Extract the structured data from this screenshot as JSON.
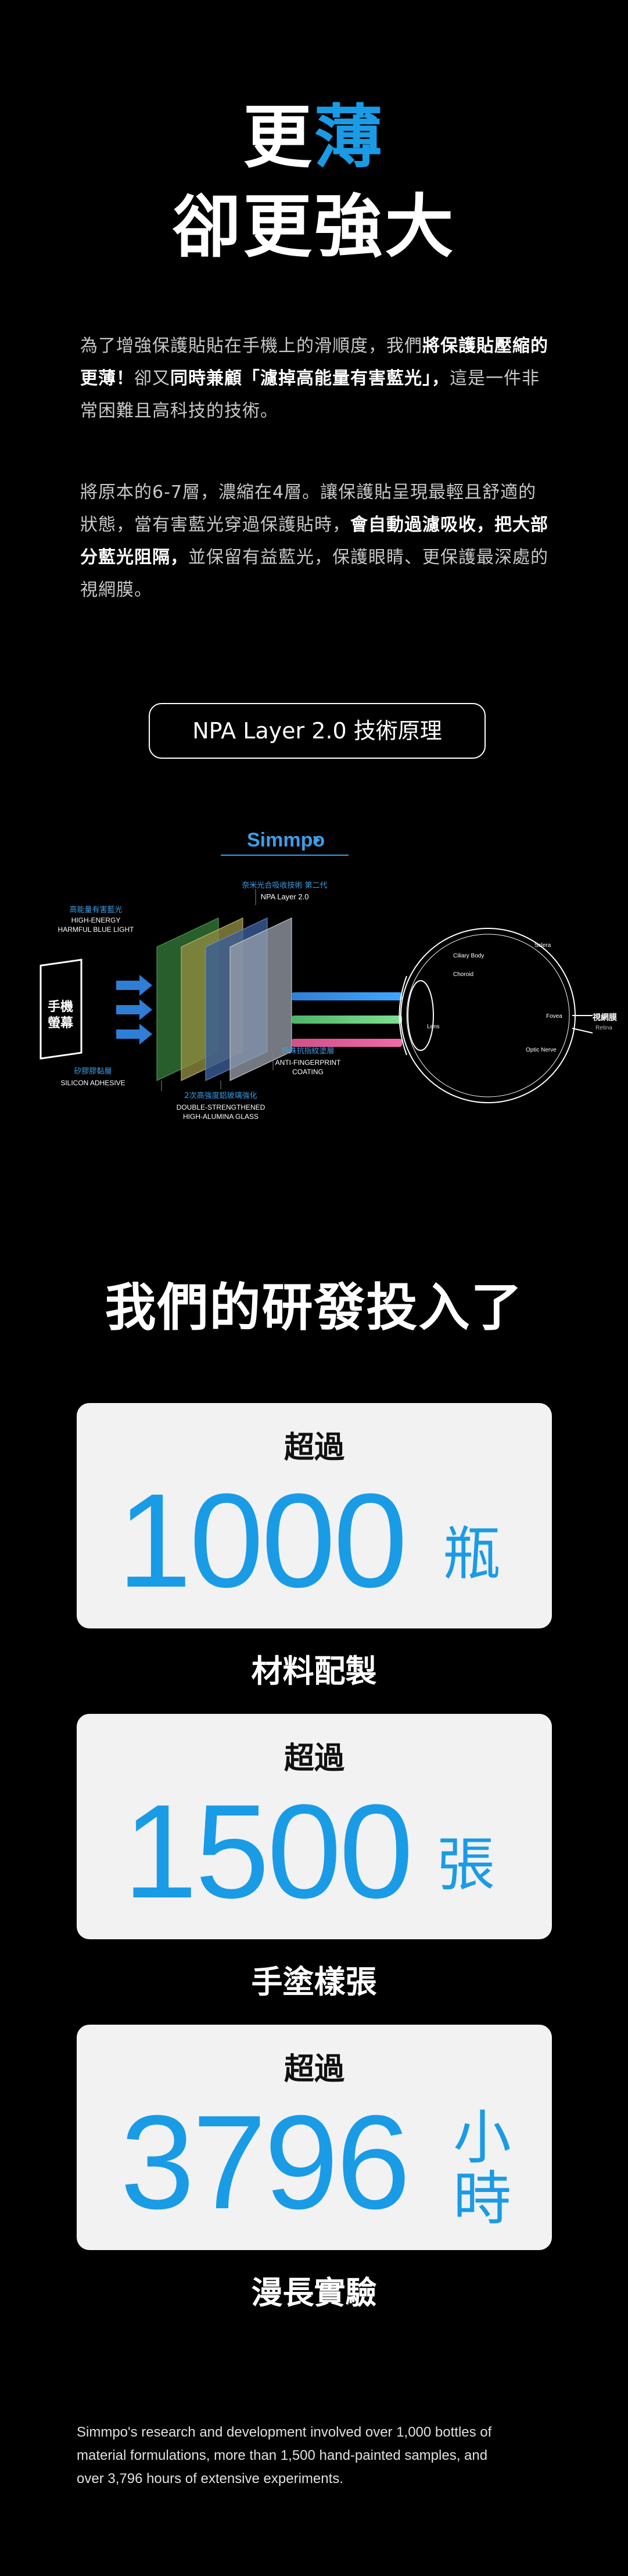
{
  "hero": {
    "line1_a": "更",
    "line1_b": "薄",
    "line2": "卻更強大"
  },
  "intro": {
    "p1_a": "為了增強保護貼貼在手機上的滑順度，我們",
    "p1_b": "將保護貼壓縮的更薄！",
    "p1_c": "卻又",
    "p1_d": "同時兼顧「濾掉高能量有害藍光」，",
    "p1_e": "這是一件非常困難且高科技的技術。",
    "p2_a": "將原本的6-7層，濃縮在4層。讓保護貼呈現最輕且舒適的狀態，當有害藍光穿過保護貼時，",
    "p2_b": "會自動過濾吸收，把大部分藍光阻隔，",
    "p2_c": "並保留有益藍光，保護眼睛、更保護最深處的視網膜。"
  },
  "pill": {
    "label": "NPA Layer 2.0 技術原理"
  },
  "diagram": {
    "brand": "Simmpo",
    "badge_zh": "奈米光合吸收技術 第二代",
    "badge_en": "NPA Layer 2.0",
    "hev_zh": "高能量有害藍光",
    "hev_en1": "HIGH-ENERGY",
    "hev_en2": "HARMFUL BLUE LIGHT",
    "screen_zh1": "手機",
    "screen_zh2": "螢幕",
    "afc_zh": "特殊抗指紋塗層",
    "afc_en1": "ANTI-FINGERPRINT",
    "afc_en2": "COATING",
    "sil_zh": "矽膠膠黏層",
    "sil_en": "SILICON ADHESIVE",
    "glass_zh": "2次高強度鋁玻璃強化",
    "glass_en1": "DOUBLE-STRENGTHENED",
    "glass_en2": "HIGH-ALUMINA GLASS",
    "retina_zh": "視網膜",
    "retina_en": "Retina",
    "eye_sclera": "Sclera",
    "eye_ciliary": "Ciliary Body",
    "eye_choroid": "Choroid",
    "eye_lens": "Lens",
    "eye_fovea": "Fovea",
    "eye_optic": "Optic Nerve"
  },
  "rd": {
    "heading": "我們的研發投入了"
  },
  "stats": [
    {
      "prefix": "超過",
      "number": "1000",
      "unit": "瓶",
      "caption": "材料配製"
    },
    {
      "prefix": "超過",
      "number": "1500",
      "unit": "張",
      "caption": "手塗樣張"
    },
    {
      "prefix": "超過",
      "number": "3796",
      "unit_1": "小",
      "unit_2": "時",
      "caption": "漫長實驗"
    }
  ],
  "footer": {
    "line1": "Simmpo's research and development involved over 1,000 bottles of",
    "line2": "material formulations, more than 1,500 hand-painted samples, and",
    "line3": "over 3,796 hours of extensive experiments."
  },
  "colors": {
    "accent": "#1a9be6",
    "background": "#000000",
    "card": "#f2f2f2"
  }
}
